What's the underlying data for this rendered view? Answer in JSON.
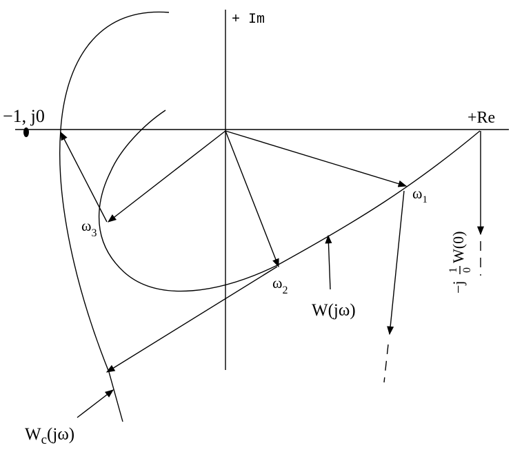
{
  "axes": {
    "im_label": "+ Im",
    "re_label": "+Re"
  },
  "point_minus_one": "−1, j0",
  "omega": {
    "w1": "ω",
    "w1_sub": "1",
    "w2": "ω",
    "w2_sub": "2",
    "w3": "ω",
    "w3_sub": "3"
  },
  "curves": {
    "w_label": "W(jω)",
    "wc_label_main": "W",
    "wc_label_sub": "c",
    "wc_label_rest": "(jω)"
  },
  "vertical_label": {
    "prefix": "−j",
    "fraction_num": "1",
    "fraction_den": "0",
    "rest": "W(0)"
  }
}
